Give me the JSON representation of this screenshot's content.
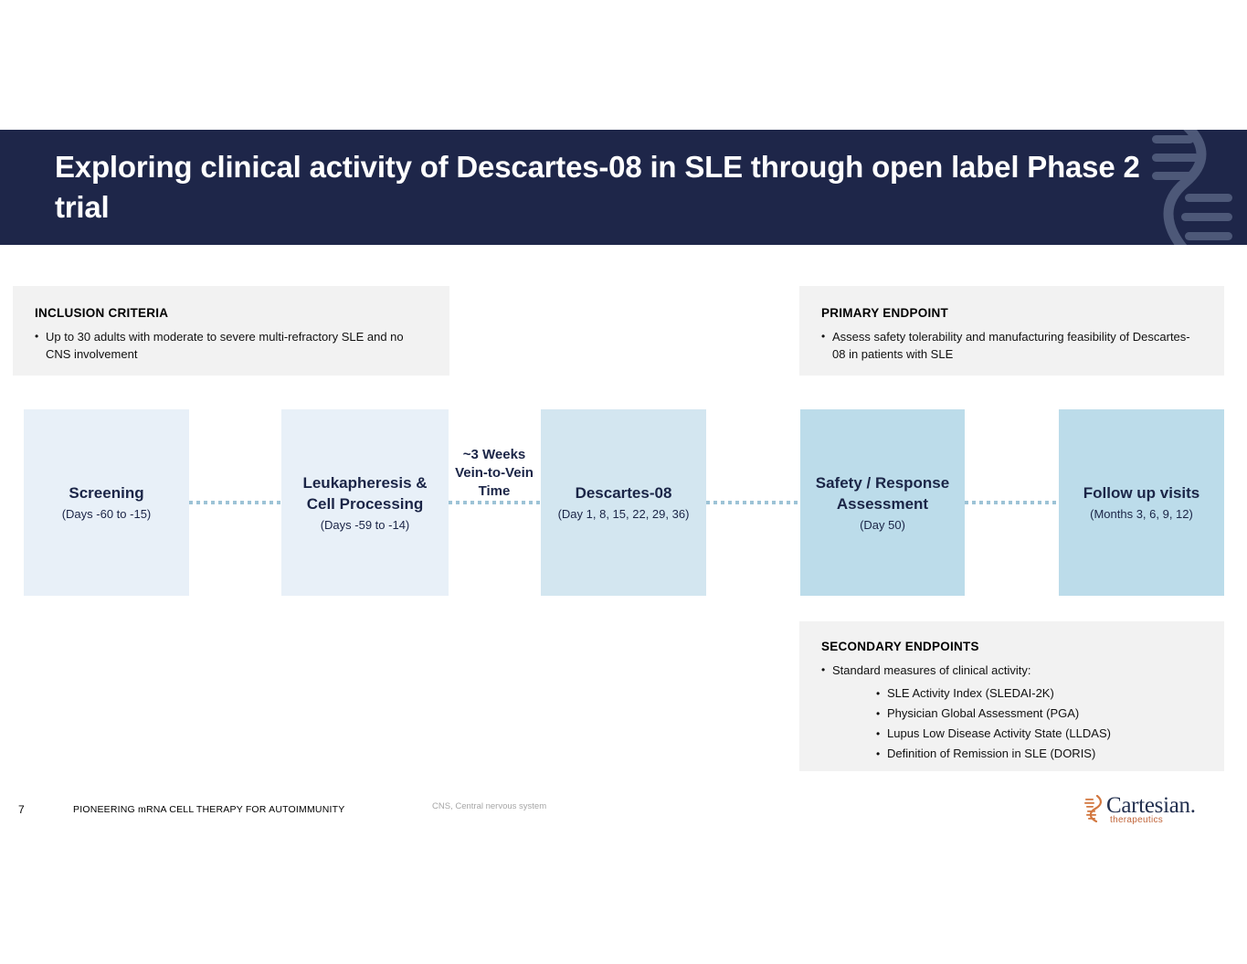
{
  "slide": {
    "accent_navy": "#1e2649",
    "box_gray": "#f2f2f2",
    "flow_blue_light": "#e8f0f8",
    "flow_blue_mid": "#d3e6f0",
    "flow_blue_dark": "#bcdcea",
    "connector_color": "#9dc3d6"
  },
  "header": {
    "title": "Exploring clinical activity of Descartes-08 in SLE through open label Phase 2 trial",
    "decoration": "dna-helix-graphic"
  },
  "inclusion": {
    "heading": "INCLUSION CRITERIA",
    "bullet_glyph": "•",
    "bullets": [
      "Up to 30 adults with moderate to severe multi-refractory SLE and no CNS involvement"
    ]
  },
  "primary_endpoint": {
    "heading": "PRIMARY ENDPOINT",
    "bullet_glyph": "•",
    "bullets": [
      "Assess safety tolerability and manufacturing feasibility of Descartes-08 in patients with SLE"
    ]
  },
  "secondary_endpoints": {
    "heading": "SECONDARY ENDPOINTS",
    "bullet_glyph": "•",
    "lead_bullet": "Standard measures of clinical activity:",
    "sub_bullets": [
      "SLE Activity Index (SLEDAI-2K)",
      "Physician Global Assessment (PGA)",
      "Lupus Low Disease Activity State (LLDAS)",
      "Definition of Remission in SLE (DORIS)"
    ]
  },
  "flow": {
    "vein_to_vein_label": "~3 Weeks Vein-to-Vein Time",
    "steps": [
      {
        "title": "Screening",
        "sub": "(Days -60 to -15)"
      },
      {
        "title": "Leukapheresis & Cell Processing",
        "sub": "(Days -59 to -14)"
      },
      {
        "title": "Descartes-08",
        "sub": "(Day 1, 8, 15, 22, 29, 36)"
      },
      {
        "title": "Safety / Response Assessment",
        "sub": "(Day 50)"
      },
      {
        "title": "Follow up visits",
        "sub": "(Months 3, 6, 9, 12)"
      }
    ]
  },
  "footer": {
    "page_number": "7",
    "tagline": "PIONEERING mRNA CELL THERAPY FOR AUTOIMMUNITY",
    "footnote": "CNS, Central nervous system",
    "logo_word": "Cartesian.",
    "logo_sub": "therapeutics"
  }
}
